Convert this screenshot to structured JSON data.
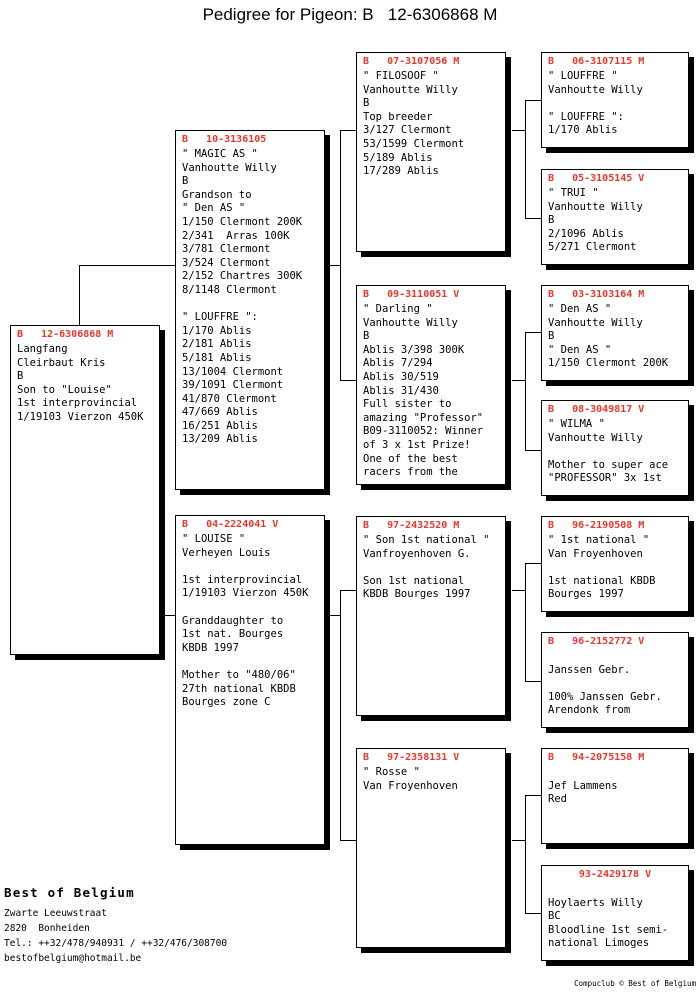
{
  "page": {
    "title": "Pedigree for Pigeon: B   12-6306868 M",
    "id_color": "#e8362c"
  },
  "subject": {
    "id": "B   12-6306868 M",
    "body": "Langfang\nCleirbaut Kris\nB\nSon to \"Louise\"\n1st interprovincial\n1/19103 Vierzon 450K"
  },
  "generation2": [
    {
      "name": "sire",
      "id": "B   10-3136105",
      "body": "\" MAGIC AS \"\nVanhoutte Willy\nB\nGrandson to\n\" Den AS \"\n1/150 Clermont 200K\n2/341  Arras 100K\n3/781 Clermont\n3/524 Clermont\n2/152 Chartres 300K\n8/1148 Clermont\n\n\" LOUFFRE \":\n1/170 Ablis\n2/181 Ablis\n5/181 Ablis\n13/1004 Clermont\n39/1091 Clermont\n41/870 Clermont\n47/669 Ablis\n16/251 Ablis\n13/209 Ablis"
    },
    {
      "name": "dam",
      "id": "B   04-2224041 V",
      "body": "\" LOUISE \"\nVerheyen Louis\n\n1st interprovincial\n1/19103 Vierzon 450K\n\nGranddaughter to\n1st nat. Bourges\nKBDB 1997\n\nMother to \"480/06\"\n27th national KBDB\nBourges zone C"
    }
  ],
  "generation3": [
    {
      "name": "paternal-grandsire",
      "id": "B   07-3107056 M",
      "body": "\" FILOSOOF \"\nVanhoutte Willy\nB\nTop breeder\n3/127 Clermont\n53/1599 Clermont\n5/189 Ablis\n17/289 Ablis"
    },
    {
      "name": "paternal-granddam",
      "id": "B   09-3110051 V",
      "body": "\" Darling \"\nVanhoutte Willy\nB\nAblis 3/398 300K\nAblis 7/294\nAblis 30/519\nAblis 31/430\nFull sister to\namazing \"Professor\"\nB09-3110052: Winner\nof 3 x 1st Prize!\nOne of the best\nracers from the"
    },
    {
      "name": "maternal-grandsire",
      "id": "B   97-2432520 M",
      "body": "\" Son 1st national \"\nVanfroyenhoven G.\n\nSon 1st national\nKBDB Bourges 1997"
    },
    {
      "name": "maternal-granddam",
      "id": "B   97-2358131 V",
      "body": "\" Rosse \"\nVan Froyenhoven"
    }
  ],
  "generation4": [
    {
      "name": "great-grandparent-1",
      "id": "B   06-3107115 M",
      "centered": false,
      "body": "\" LOUFFRE \"\nVanhoutte Willy\n\n\" LOUFFRE \":\n1/170 Ablis"
    },
    {
      "name": "great-grandparent-2",
      "id": "B   05-3105145 V",
      "centered": false,
      "body": "\" TRUI \"\nVanhoutte Willy\nB\n2/1096 Ablis\n5/271 Clermont"
    },
    {
      "name": "great-grandparent-3",
      "id": "B   03-3103164 M",
      "centered": false,
      "body": "\" Den AS \"\nVanhoutte Willy\nB\n\" Den AS \"\n1/150 Clermont 200K"
    },
    {
      "name": "great-grandparent-4",
      "id": "B   08-3049817 V",
      "centered": false,
      "body": "\" WILMA \"\nVanhoutte Willy\n\nMother to super ace\n\"PROFESSOR\" 3x 1st"
    },
    {
      "name": "great-grandparent-5",
      "id": "B   96-2190508 M",
      "centered": false,
      "body": "\" 1st national \"\nVan Froyenhoven\n\n1st national KBDB\nBourges 1997"
    },
    {
      "name": "great-grandparent-6",
      "id": "B   96-2152772 V",
      "centered": false,
      "body": "\nJanssen Gebr.\n\n100% Janssen Gebr.\nArendonk from"
    },
    {
      "name": "great-grandparent-7",
      "id": "B   94-2075158 M",
      "centered": false,
      "body": "\nJef Lammens\nRed"
    },
    {
      "name": "great-grandparent-8",
      "id": "93-2429178 V",
      "centered": true,
      "body": "\nHoylaerts Willy\nBC\nBloodline 1st semi-\nnational Limoges"
    }
  ],
  "footer": {
    "title": "Best of Belgium",
    "lines": "Zwarte Leeuwstraat\n2820  Bonheiden\nTel.: ++32/478/940931 / ++32/476/308700\nbestofbelgium@hotmail.be",
    "copyright": "Compuclub © Best of Belgium"
  }
}
